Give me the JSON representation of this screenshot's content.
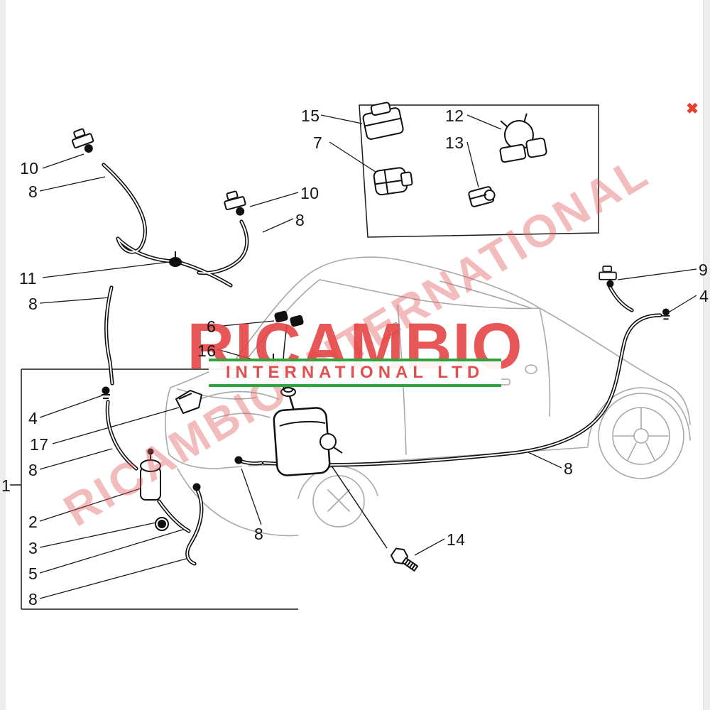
{
  "window": {
    "close_glyph": "✖"
  },
  "watermark": {
    "diagonal_text": "RICAMBIO INTERNATIONAL",
    "logo_title": "RICAMBIO",
    "logo_subtitle": "INTERNATIONAL LTD",
    "red": "#e54040",
    "green": "#2fa43c"
  },
  "diagram": {
    "description_colors": {
      "line": "#151515",
      "car_outline": "#a8a8a8"
    },
    "callouts": [
      {
        "label": "10"
      },
      {
        "label": "8"
      },
      {
        "label": "11"
      },
      {
        "label": "8"
      },
      {
        "label": "4"
      },
      {
        "label": "17"
      },
      {
        "label": "8"
      },
      {
        "label": "1"
      },
      {
        "label": "2"
      },
      {
        "label": "3"
      },
      {
        "label": "5"
      },
      {
        "label": "8"
      },
      {
        "label": "15"
      },
      {
        "label": "7"
      },
      {
        "label": "12"
      },
      {
        "label": "13"
      },
      {
        "label": "10"
      },
      {
        "label": "8"
      },
      {
        "label": "9"
      },
      {
        "label": "4"
      },
      {
        "label": "6"
      },
      {
        "label": "16"
      },
      {
        "label": "8"
      },
      {
        "label": "8"
      },
      {
        "label": "14"
      }
    ]
  }
}
